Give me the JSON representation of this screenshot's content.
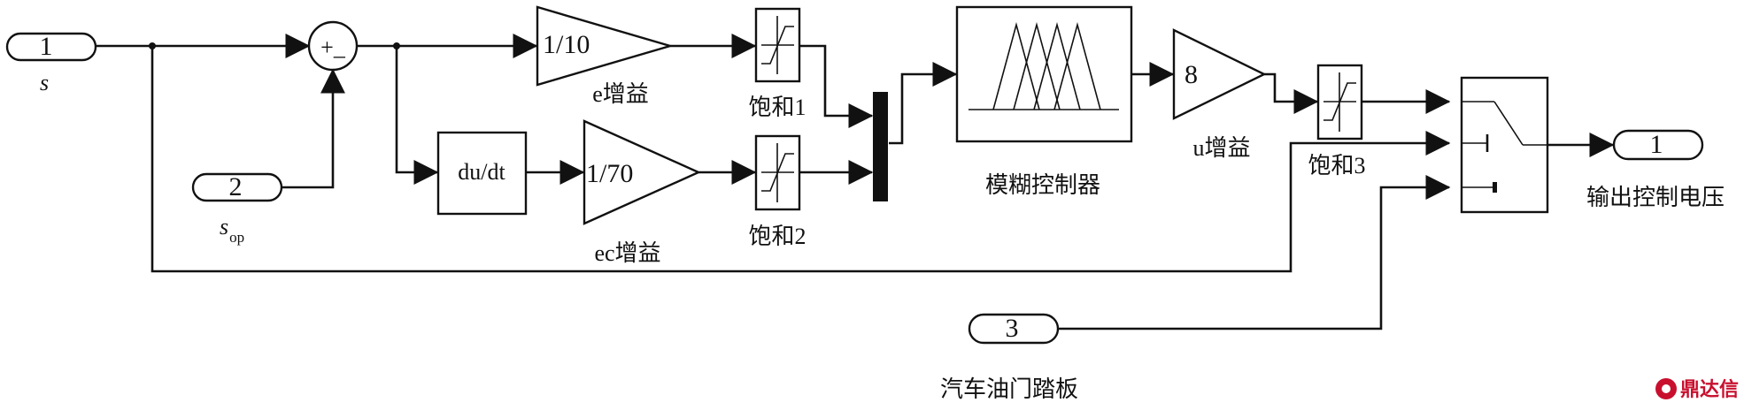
{
  "inports": {
    "in1": {
      "number": "1",
      "label": "s"
    },
    "in2": {
      "number": "2",
      "label_main": "s",
      "label_sub": "op"
    },
    "in3": {
      "number": "3",
      "label": "汽车油门踏板"
    }
  },
  "outport": {
    "number": "1",
    "label": "输出控制电压"
  },
  "sum_block": {
    "signs": "+_"
  },
  "derivative_block": {
    "label": "du/dt"
  },
  "gains": {
    "e": {
      "value": "1/10",
      "label": "e增益"
    },
    "ec": {
      "value": "1/70",
      "label": "ec增益"
    },
    "u": {
      "value": "8",
      "label": "u增益"
    }
  },
  "saturations": {
    "s1": {
      "label": "饱和1"
    },
    "s2": {
      "label": "饱和2"
    },
    "s3": {
      "label": "饱和3"
    }
  },
  "fuzzy_controller": {
    "label": "模糊控制器"
  },
  "watermark": {
    "text": "鼎达信"
  },
  "colors": {
    "line": "#111111",
    "watermark": "#c8102e"
  }
}
